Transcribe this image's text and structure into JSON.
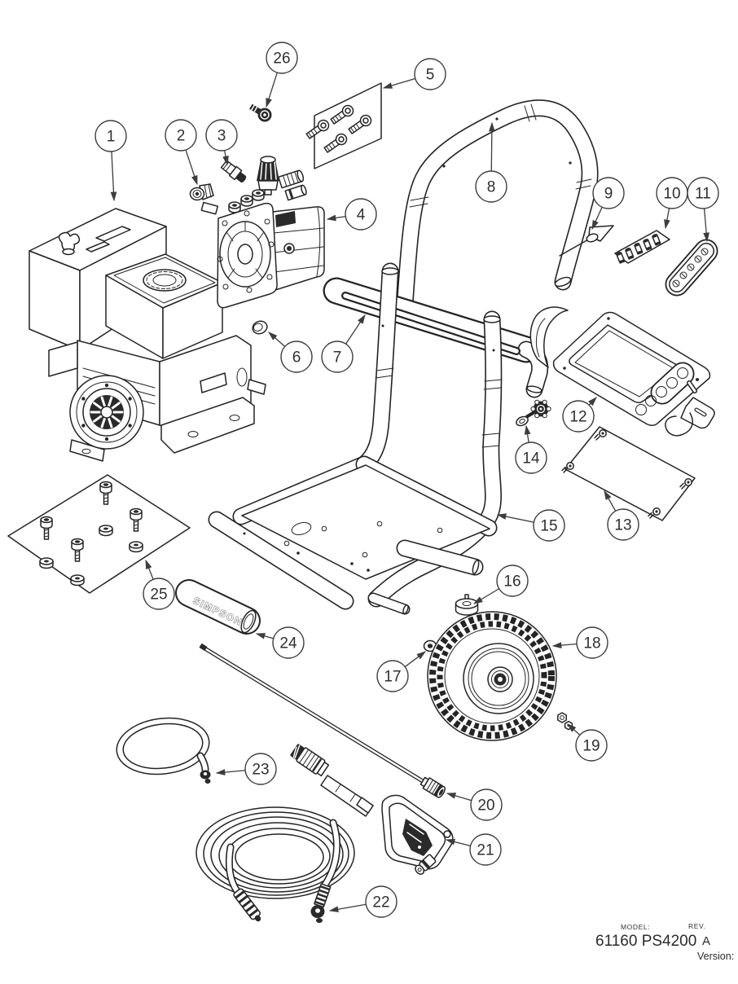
{
  "diagram": {
    "footer": {
      "model_label": "MODEL:",
      "model_value": "61160 PS4200",
      "rev_label": "REV.",
      "rev_value": "A",
      "version_label": "Version:"
    },
    "grip_text": "SIMPSON",
    "colors": {
      "background": "#ffffff",
      "line": "#242424",
      "callout": "#3d3d3d"
    }
  },
  "callouts": [
    {
      "n": "1"
    },
    {
      "n": "2"
    },
    {
      "n": "3"
    },
    {
      "n": "4"
    },
    {
      "n": "5"
    },
    {
      "n": "6"
    },
    {
      "n": "7"
    },
    {
      "n": "8"
    },
    {
      "n": "9"
    },
    {
      "n": "10"
    },
    {
      "n": "11"
    },
    {
      "n": "12"
    },
    {
      "n": "13"
    },
    {
      "n": "14"
    },
    {
      "n": "15"
    },
    {
      "n": "16"
    },
    {
      "n": "17"
    },
    {
      "n": "18"
    },
    {
      "n": "19"
    },
    {
      "n": "20"
    },
    {
      "n": "21"
    },
    {
      "n": "22"
    },
    {
      "n": "23"
    },
    {
      "n": "24"
    },
    {
      "n": "25"
    },
    {
      "n": "26"
    }
  ]
}
